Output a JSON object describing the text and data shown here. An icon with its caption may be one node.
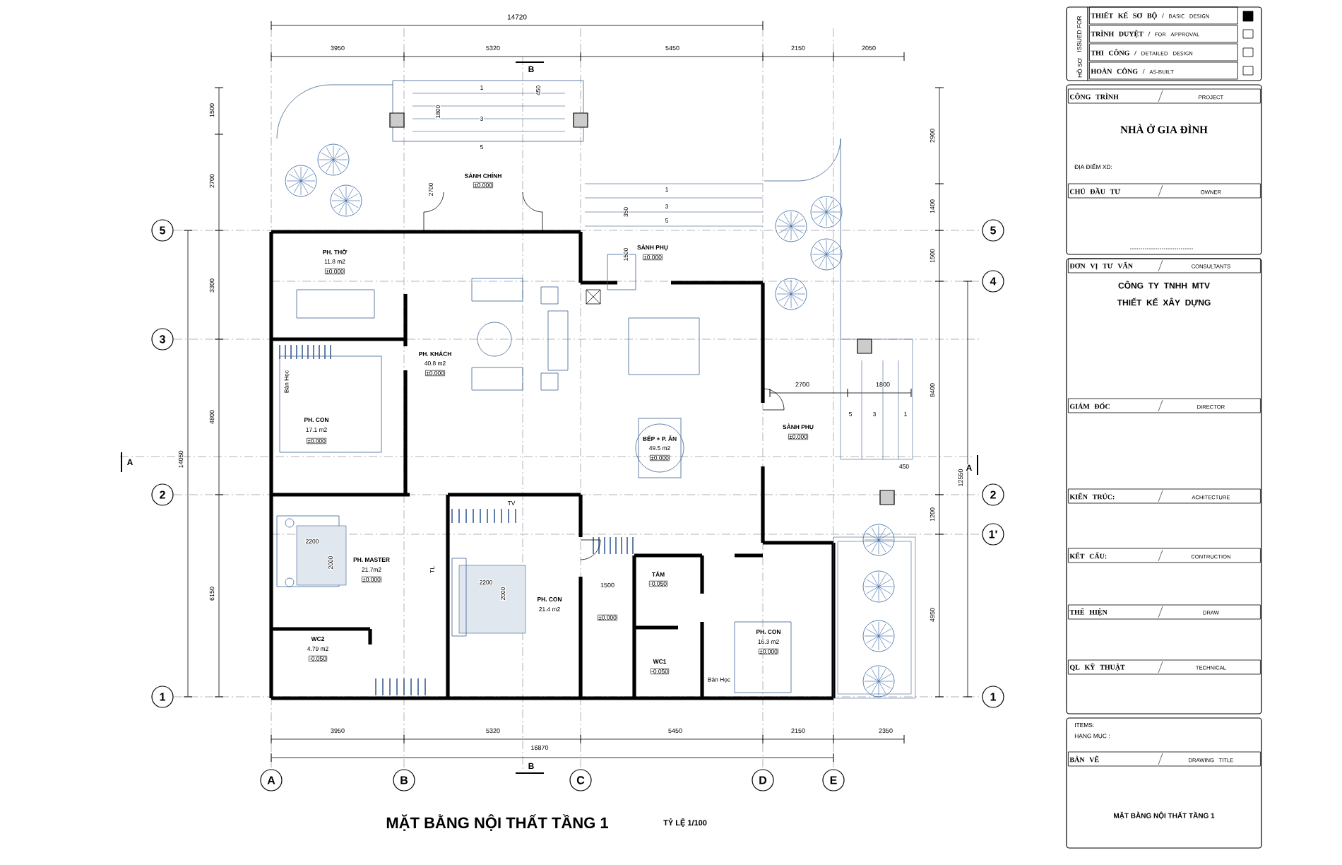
{
  "diagram": {
    "caption": "MẶT BẰNG NỘI THẤT TẦNG 1",
    "nodes": [
      {
        "text": [
          "A"
        ]
      },
      {
        "text": [
          "B"
        ]
      },
      {
        "text": [
          "C"
        ]
      },
      {
        "text": [
          "D"
        ]
      },
      {
        "text": [
          "E"
        ]
      },
      {
        "text": [
          "5"
        ]
      },
      {
        "text": [
          "3"
        ]
      },
      {
        "text": [
          "2"
        ]
      },
      {
        "text": [
          "1"
        ]
      },
      {
        "text": [
          "5"
        ]
      },
      {
        "text": [
          "4"
        ]
      },
      {
        "text": [
          "2"
        ]
      },
      {
        "text": [
          "1'"
        ]
      },
      {
        "text": [
          "1"
        ]
      },
      {
        "text": [
          "THIẾT KẾ SƠ BỘ /",
          "BASIC DESIGN"
        ]
      },
      {
        "text": [
          "TRÌNH DUYỆT /",
          "FOR APPROVAL"
        ]
      },
      {
        "text": [
          "THI CÔNG /",
          "DETAILED DESIGN"
        ]
      },
      {
        "text": [
          "HOÀN CÔNG /",
          "AS-BUILT"
        ]
      },
      {
        "text": [
          "CÔNG TRÌNH",
          "PROJECT"
        ]
      },
      {
        "text": [
          "CHỦ ĐẦU TƯ",
          "OWNER"
        ]
      },
      {
        "text": [
          "ĐƠN VỊ TƯ VẤN",
          "CONSULTANTS"
        ]
      },
      {
        "text": [
          "GIÁM ĐỐC",
          "DIRECTOR"
        ]
      },
      {
        "text": [
          "KIẾN TRÚC:",
          "ACHITECTURE"
        ]
      },
      {
        "text": [
          "KẾT CẤU:",
          "CONTRUCTION"
        ]
      },
      {
        "text": [
          "THỂ HIỆN",
          "DRAW"
        ]
      },
      {
        "text": [
          "QL KỸ THUẬT",
          "TECHNICAL"
        ]
      },
      {
        "text": [
          "BẢN VẼ",
          "DRAWING TITLE"
        ]
      }
    ],
    "labels": [
      "14720",
      "3950",
      "5320",
      "5450",
      "2150",
      "2050",
      "B",
      "450",
      "1500",
      "2700",
      "3300",
      "4800",
      "14050",
      "6150",
      "1800",
      "1",
      "3",
      "5",
      "2700",
      "SẢNH CHÍNH",
      "±0.000",
      "1",
      "3",
      "5",
      "350",
      "1500",
      "SẢNH PHỤ",
      "±0.000",
      "PH. THỜ",
      "11.8 m2",
      "±0.000",
      "PH. KHÁCH",
      "40.8 m2",
      "±0.000",
      "Bàn Học",
      "PH. CON",
      "17.1 m2",
      "±0.000",
      "BẾP + P. ĂN",
      "49.5 m2",
      "±0.000",
      "2700",
      "1800",
      "5",
      "3",
      "1",
      "SẢNH PHỤ",
      "±0.000",
      "450",
      "A",
      "A",
      "TV",
      "2200",
      "2000",
      "PH. MASTER",
      "21.7m2",
      "±0.000",
      "TL",
      "2200",
      "2000",
      "PH. CON",
      "21.4 m2",
      "1500",
      "±0.000",
      "TẮM",
      "-0.050",
      "WC2",
      "4.79 m2",
      "-0.050",
      "WC1",
      "-0.050",
      "PH. CON",
      "16.3 m2",
      "±0.000",
      "Bàn Học",
      "1200",
      "4950",
      "2900",
      "1400",
      "1500",
      "8400",
      "12550",
      "3950",
      "5320",
      "5450",
      "2150",
      "2350",
      "16870",
      "B",
      "TỶ LỆ 1/100",
      "ISSUED FOR",
      "HỒ SƠ",
      "NHÀ Ở GIA ĐÌNH",
      "ĐỊA ĐIỂM XD:",
      "CÔNG TY TNHH MTV THIẾT KẾ XÂY DỰNG",
      "ITEMS:",
      "HẠNG MỤC :",
      "MẶT BẰNG NỘI THẤT TẦNG 1"
    ]
  }
}
